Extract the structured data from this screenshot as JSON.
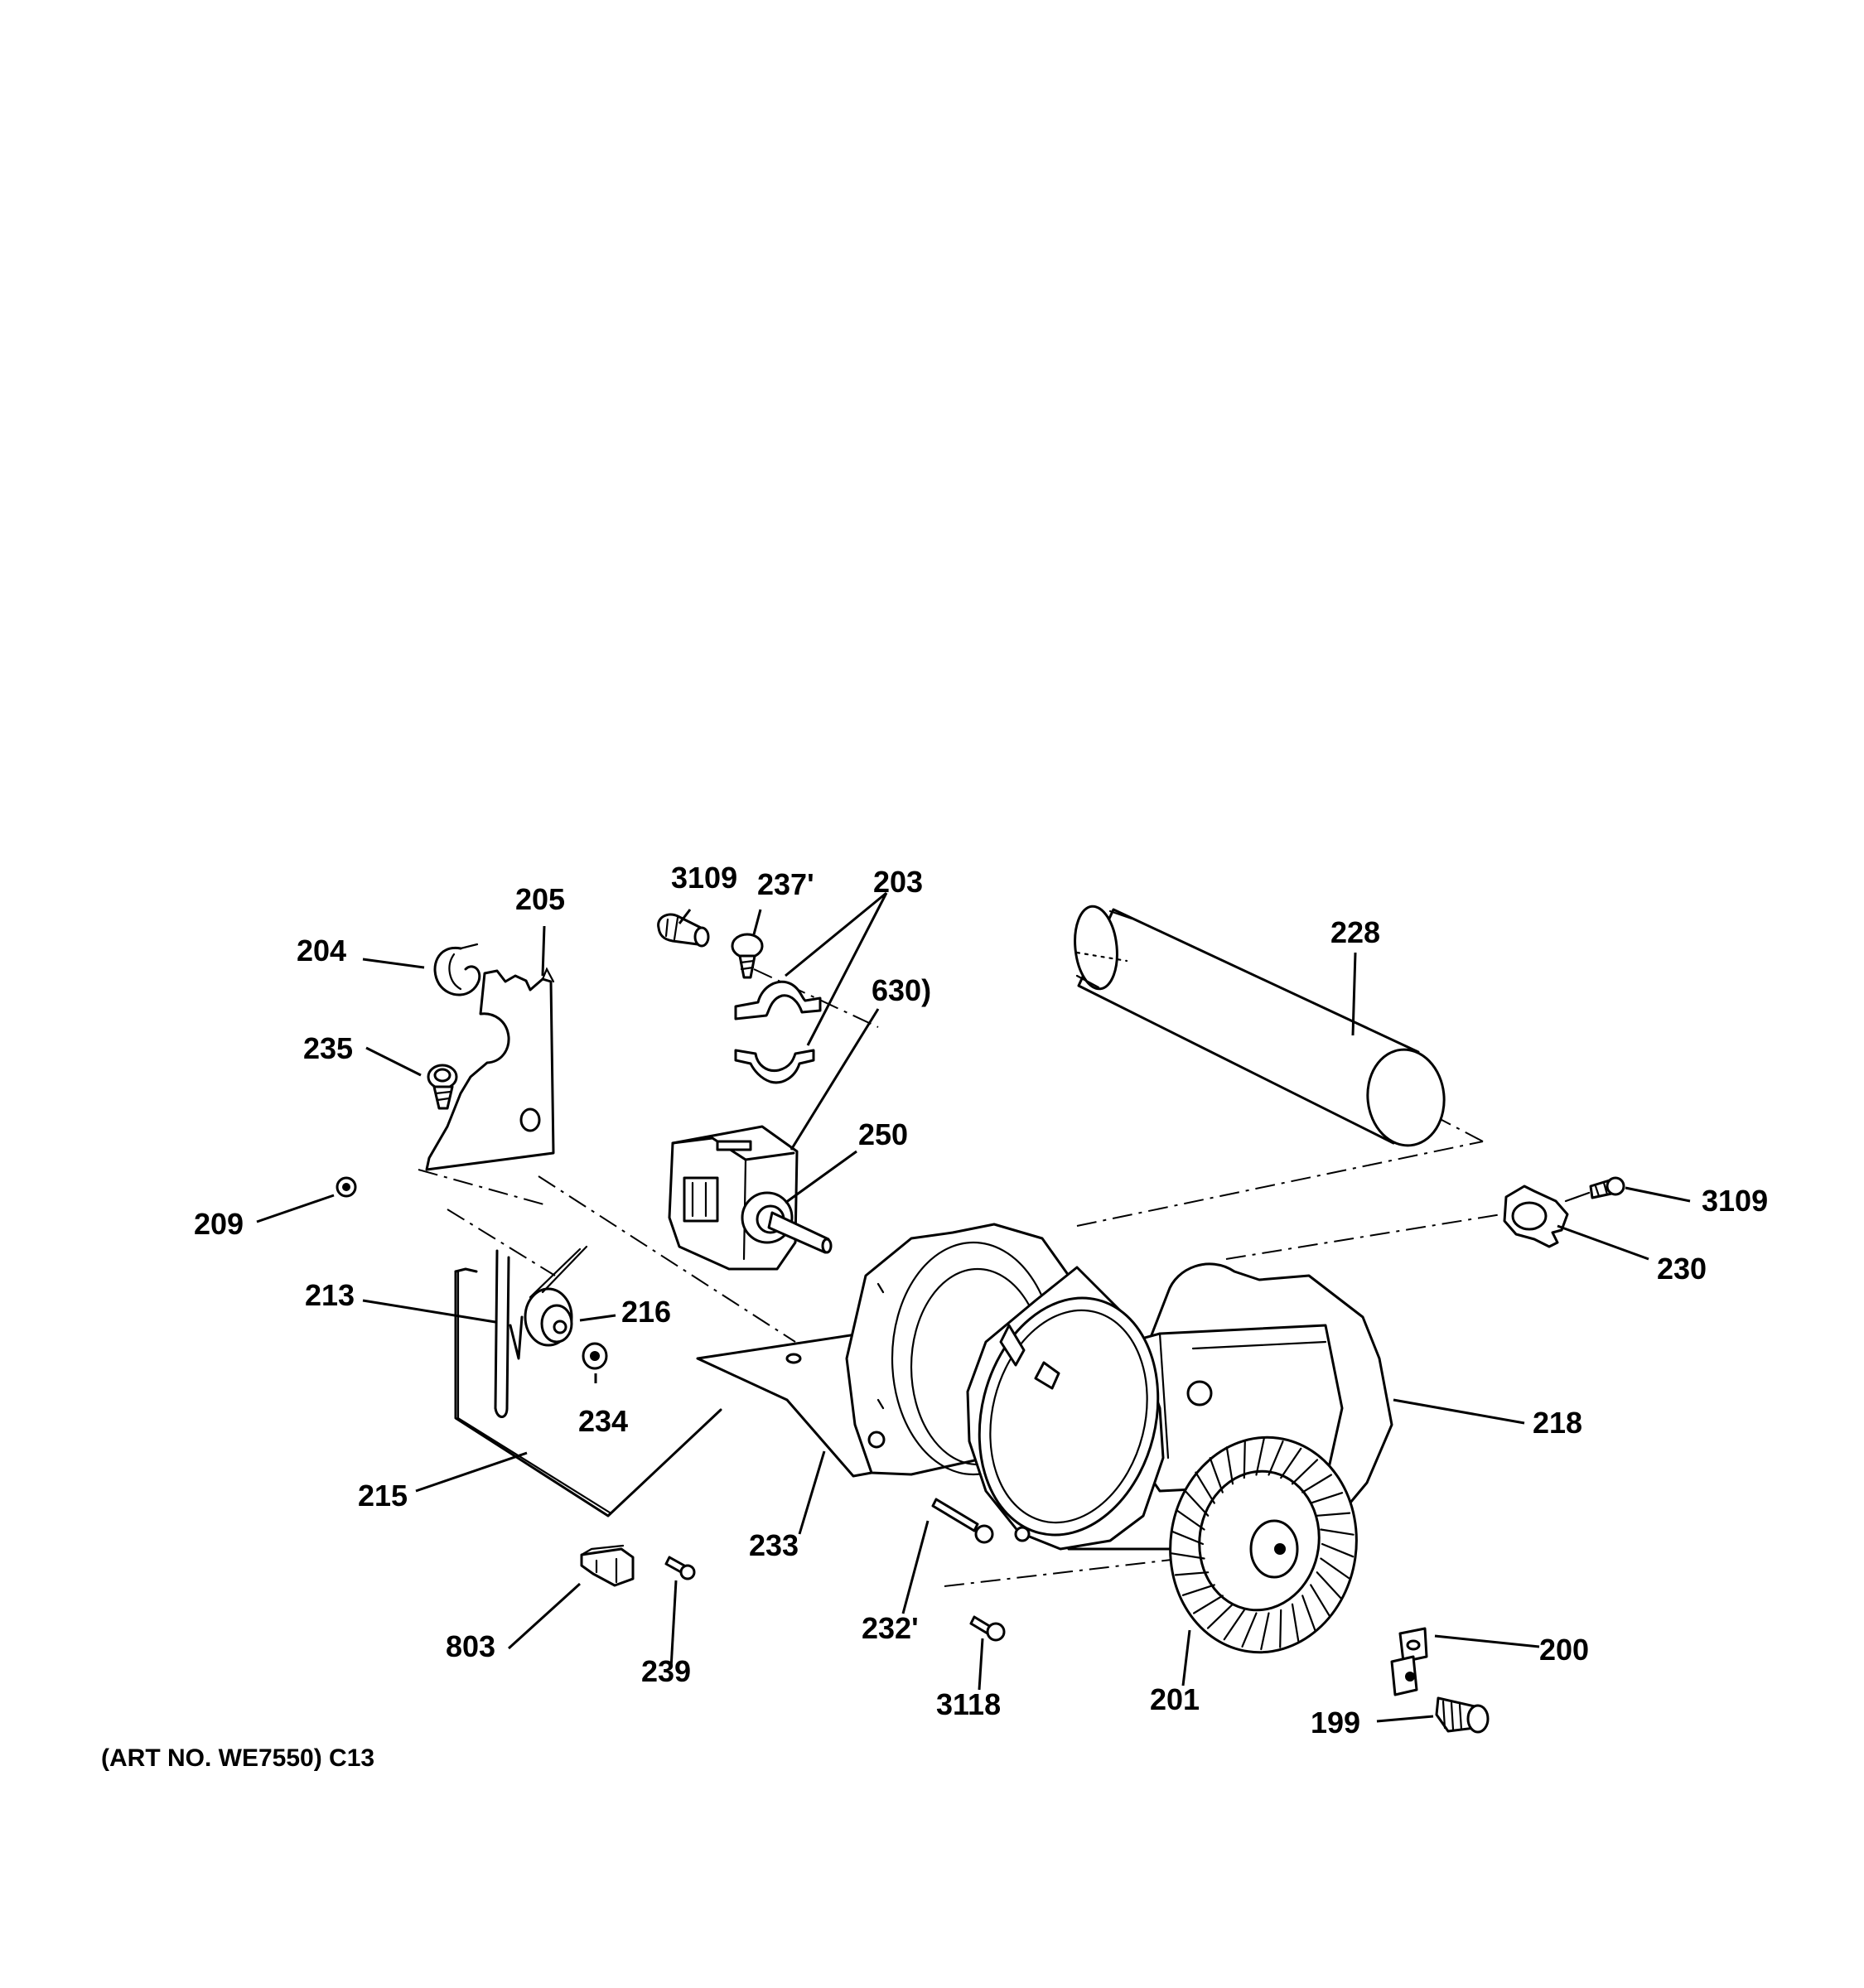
{
  "diagram": {
    "caption": "(ART NO. WE7550) C13",
    "parts": [
      {
        "id": "3109-top",
        "label": "3109"
      },
      {
        "id": "237",
        "label": "237'"
      },
      {
        "id": "203",
        "label": "203"
      },
      {
        "id": "205",
        "label": "205"
      },
      {
        "id": "204",
        "label": "204"
      },
      {
        "id": "235",
        "label": "235"
      },
      {
        "id": "630",
        "label": "630)"
      },
      {
        "id": "228",
        "label": "228"
      },
      {
        "id": "250",
        "label": "250"
      },
      {
        "id": "209",
        "label": "209"
      },
      {
        "id": "3109-right",
        "label": "3109"
      },
      {
        "id": "230",
        "label": "230"
      },
      {
        "id": "213",
        "label": "213"
      },
      {
        "id": "216",
        "label": "216"
      },
      {
        "id": "218",
        "label": "218"
      },
      {
        "id": "234",
        "label": "234"
      },
      {
        "id": "215",
        "label": "215"
      },
      {
        "id": "233",
        "label": "233"
      },
      {
        "id": "803",
        "label": "803"
      },
      {
        "id": "239",
        "label": "239"
      },
      {
        "id": "232",
        "label": "232'"
      },
      {
        "id": "200",
        "label": "200"
      },
      {
        "id": "3118",
        "label": "3118"
      },
      {
        "id": "201",
        "label": "201"
      },
      {
        "id": "199",
        "label": "199"
      }
    ]
  }
}
